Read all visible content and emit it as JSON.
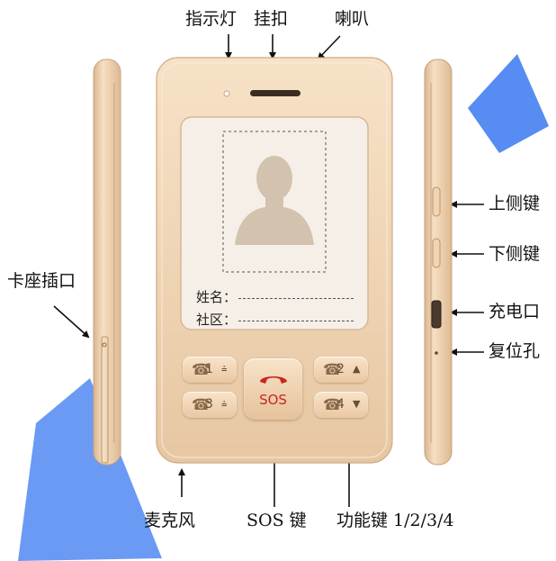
{
  "labels": {
    "indicator": "指示灯",
    "hook": "挂扣",
    "speaker": "喇叭",
    "upper_side_key": "上侧键",
    "lower_side_key": "下侧键",
    "card_slot": "卡座插口",
    "charge_port": "充电口",
    "reset_hole": "复位孔",
    "microphone": "麦克风",
    "sos_key": "SOS 键",
    "function_keys": "功能键 1/2/3/4"
  },
  "card": {
    "name_label": "姓名：",
    "community_label": "社区："
  },
  "keys": [
    {
      "number": "1",
      "arrow": "⩮"
    },
    {
      "number": "2",
      "arrow": "▲"
    },
    {
      "number": "3",
      "arrow": "⩮"
    },
    {
      "number": "4",
      "arrow": "▼"
    }
  ],
  "sos_label": "SOS",
  "colors": {
    "phone_body": "#efd3b3",
    "screen": "#f5efe7",
    "sos_red": "#c8281e",
    "watermark_blue": "#2f6fe6"
  }
}
